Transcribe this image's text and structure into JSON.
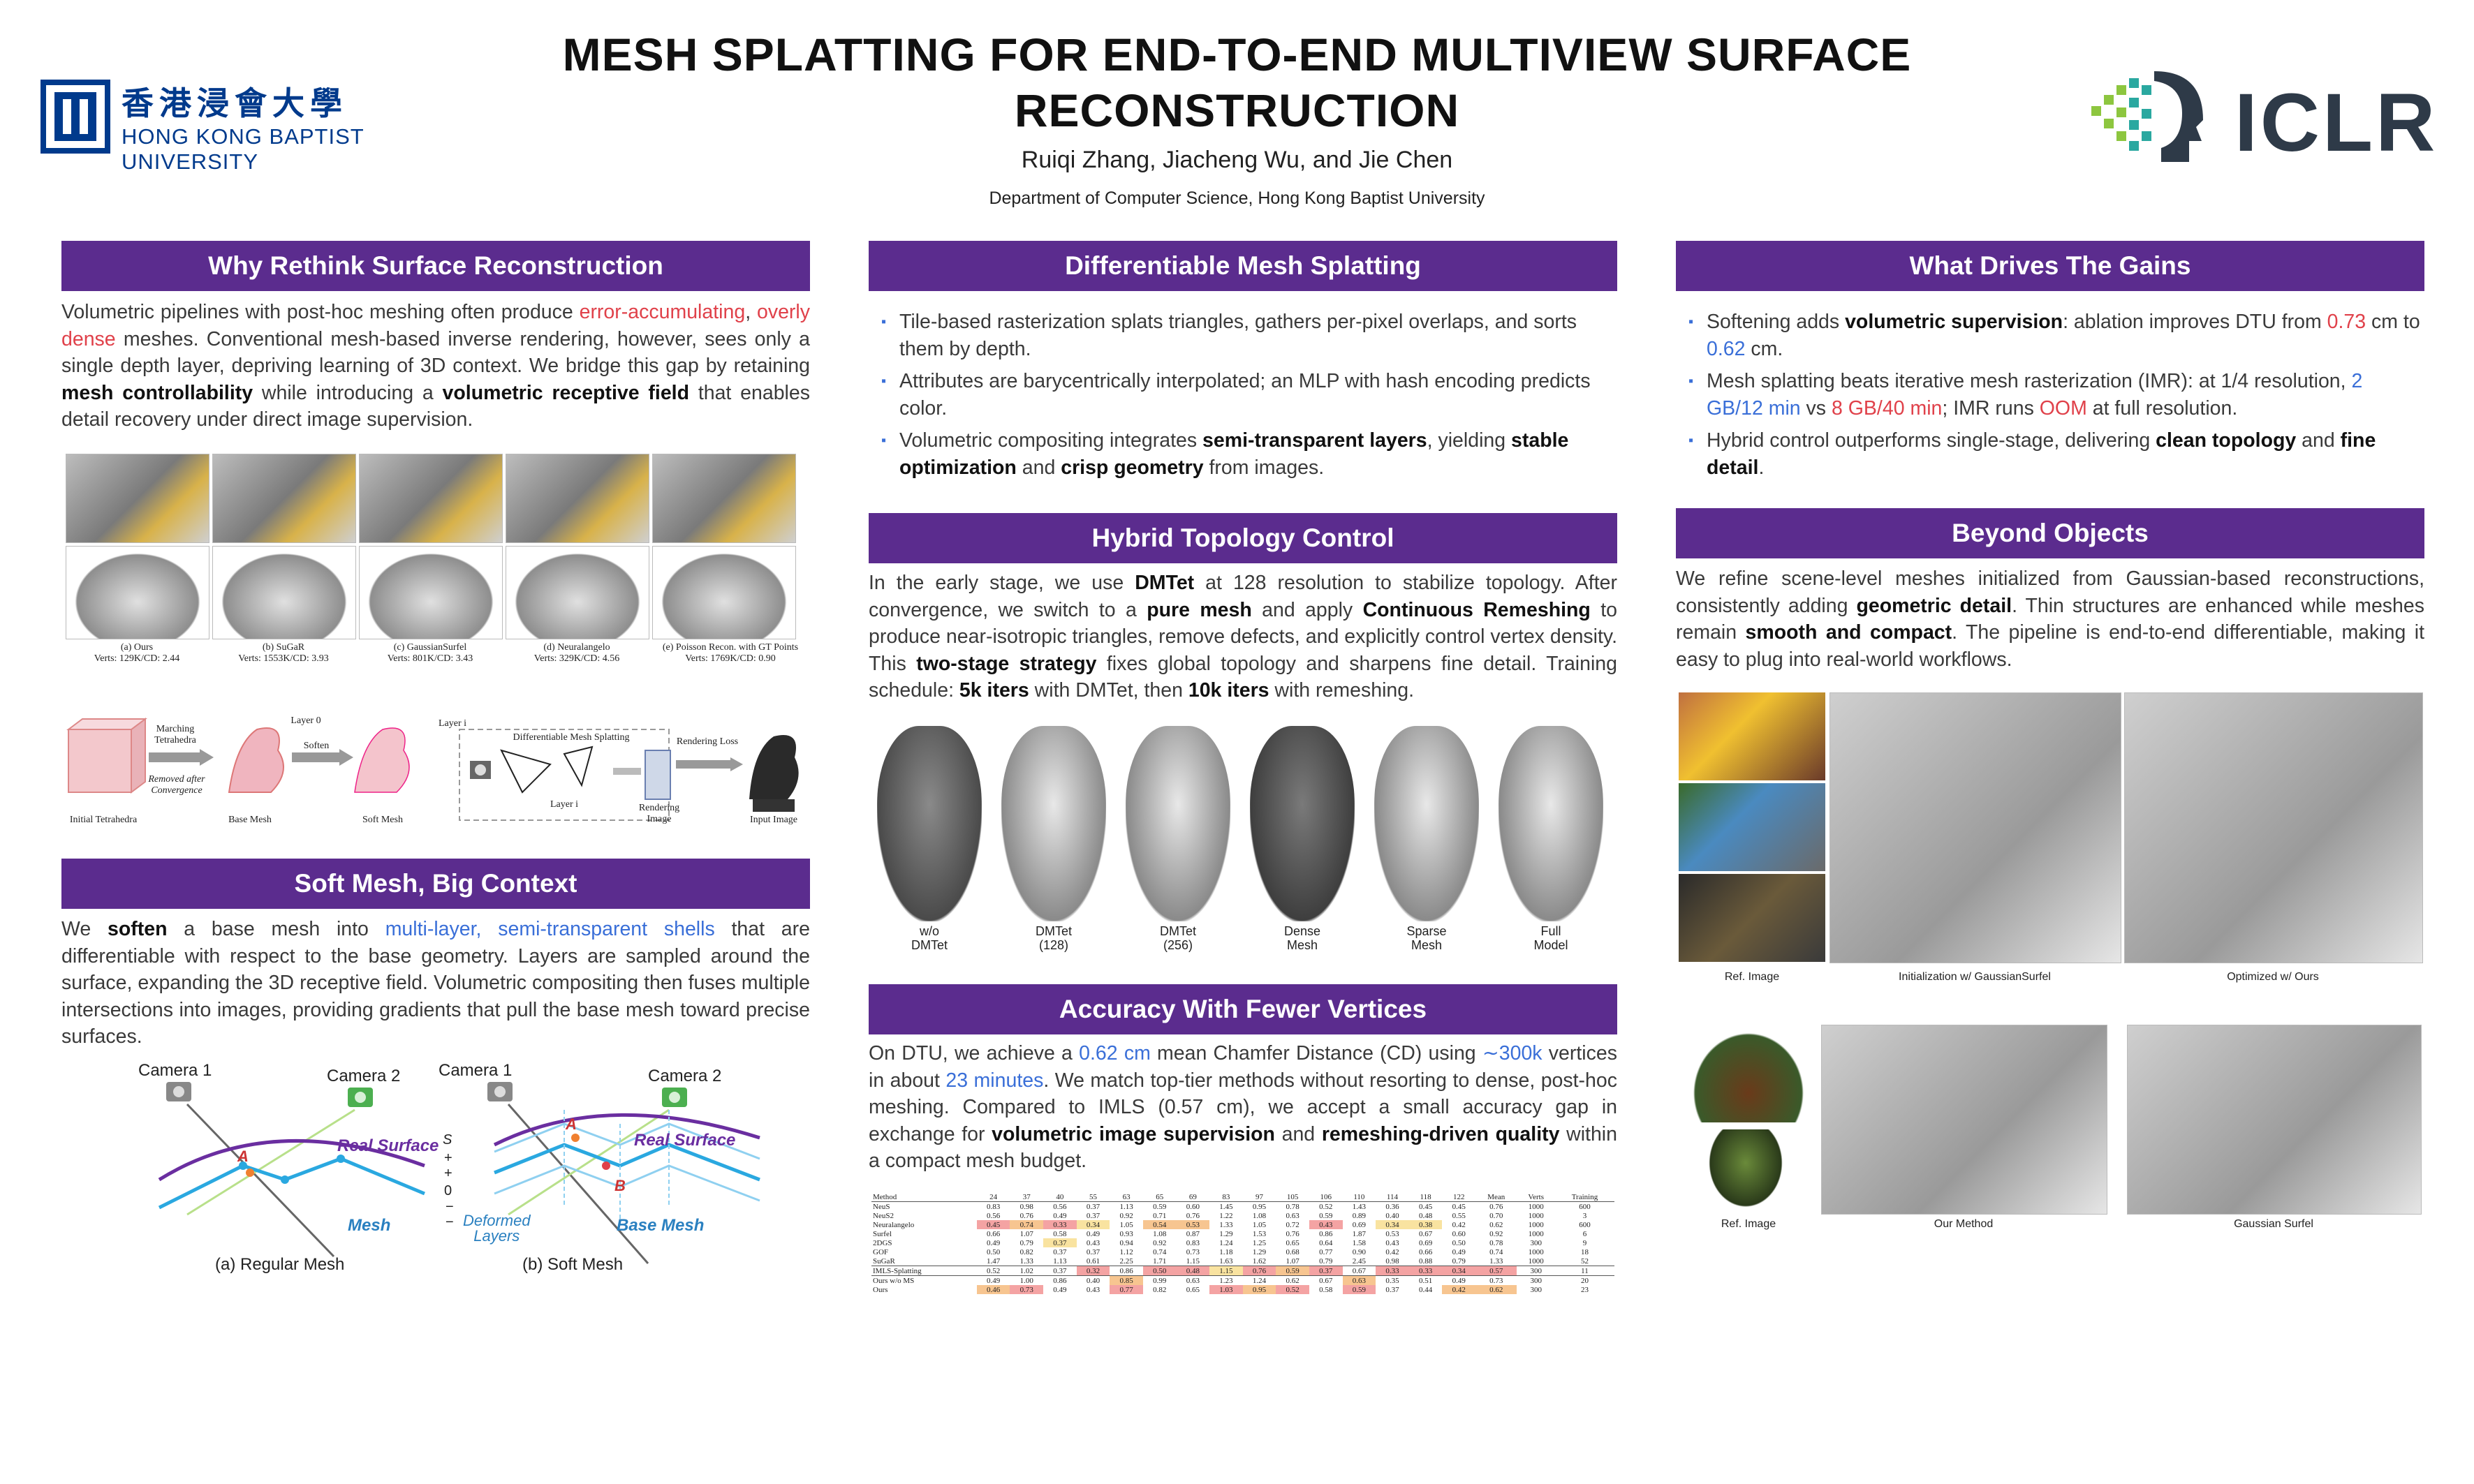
{
  "header": {
    "title_line1": "MESH SPLATTING FOR END-TO-END MULTIVIEW SURFACE",
    "title_line2": "RECONSTRUCTION",
    "authors": "Ruiqi Zhang, Jiacheng Wu, and Jie Chen",
    "affiliation": "Department of Computer Science, Hong Kong Baptist University",
    "left_logo_cn": "香港浸會大學",
    "left_logo_en": "HONG KONG BAPTIST UNIVERSITY",
    "right_logo": "ICLR"
  },
  "colors": {
    "header_bar": "#5b2c8e",
    "accent_red": "#e0414a",
    "accent_blue": "#3a6fd8",
    "logo_blue": "#003a8c"
  },
  "s1": {
    "title": "Why Rethink Surface Reconstruction",
    "p1": "Volumetric pipelines with post-hoc meshing often produce ",
    "r1": "error-accumulating",
    "p2": ", ",
    "r2": "overly dense",
    "p3": " meshes. Conventional mesh-based inverse rendering, however, sees only a single depth layer, depriving learning of 3D context. We bridge this gap by retaining ",
    "b1": "mesh controllability",
    "p4": " while introducing a ",
    "b2": "volumetric receptive field",
    "p5": " that enables detail recovery under direct image supervision.",
    "fig_labels": [
      {
        "name": "(a) Ours",
        "verts": "Verts: 129K/CD: 2.44"
      },
      {
        "name": "(b) SuGaR",
        "verts": "Verts: 1553K/CD: 3.93"
      },
      {
        "name": "(c) GaussianSurfel",
        "verts": "Verts: 801K/CD: 3.43"
      },
      {
        "name": "(d) Neuralangelo",
        "verts": "Verts: 329K/CD: 4.56"
      },
      {
        "name": "(e) Poisson Recon. with GT Points",
        "verts": "Verts: 1769K/CD: 0.90"
      }
    ],
    "pipe": {
      "init": "Initial Tetrahedra",
      "mt": "Marching Tetrahedra",
      "removed": "Removed after Convergence",
      "base": "Base Mesh",
      "soften": "Soften",
      "layer0": "Layer 0",
      "soft": "Soft Mesh",
      "layeri": "Layer i",
      "dms": "Differentiable Mesh Splatting",
      "layer_i2": "Layer i",
      "render_img": "Rendering Image",
      "loss": "Rendering Loss",
      "input": "Input Image"
    }
  },
  "s2": {
    "title": "Soft Mesh, Big Context",
    "p1": "We ",
    "b1": "soften",
    "p2": " a base mesh into ",
    "bl1": "multi-layer, semi-transparent shells",
    "p3": " that are differentiable with respect to the base geometry. Layers are sampled around the surface, expanding the 3D receptive field. Volumetric compositing then fuses multiple intersections into images, providing gradients that pull the base mesh toward precise surfaces.",
    "fig": {
      "cam1": "Camera 1",
      "cam2": "Camera 2",
      "real": "Real Surface",
      "mesh": "Mesh",
      "a": "A",
      "cap_a": "(a) Regular Mesh",
      "cam1b": "Camera 1",
      "cam2b": "Camera 2",
      "realb": "Real Surface",
      "deformed": "Deformed",
      "layers": "Layers",
      "basemesh": "Base Mesh",
      "ab": "A",
      "bb": "B",
      "s": "S",
      "plus": "+",
      "zero": "0",
      "minus": "−",
      "cap_b": "(b) Soft Mesh"
    }
  },
  "s3": {
    "title": "Differentiable Mesh Splatting",
    "bullets": [
      {
        "t1": "Tile-based rasterization splats triangles, gathers per-pixel overlaps, and sorts them by depth.",
        "b": "",
        "t2": "",
        "b2": "",
        "t3": "",
        "b3": "",
        "t4": ""
      },
      {
        "t1": "Attributes are barycentrically interpolated; an MLP with hash encoding predicts color.",
        "b": "",
        "t2": "",
        "b2": "",
        "t3": "",
        "b3": "",
        "t4": ""
      },
      {
        "t1": "Volumetric compositing integrates ",
        "b": "semi-transparent layers",
        "t2": ", yielding ",
        "b2": "stable optimization",
        "t3": " and ",
        "b3": "crisp geometry",
        "t4": " from images."
      }
    ]
  },
  "s4": {
    "title": "Hybrid Topology Control",
    "p1": "In the early stage, we use ",
    "b1": "DMTet",
    "p2": " at 128 resolution to stabilize topology. After convergence, we switch to a ",
    "b2": "pure mesh",
    "p3": " and apply ",
    "b3": "Continuous Remeshing",
    "p4": " to produce near-isotropic triangles, remove defects, and explicitly control vertex density. This ",
    "b4": "two-stage strategy",
    "p5": " fixes global topology and sharpens fine detail. Training schedule: ",
    "b5": "5k iters",
    "p6": " with DMTet, then ",
    "b6": "10k iters",
    "p7": " with remeshing.",
    "statues": [
      {
        "l1": "w/o",
        "l2": "DMTet"
      },
      {
        "l1": "DMTet",
        "l2": "(128)"
      },
      {
        "l1": "DMTet",
        "l2": "(256)"
      },
      {
        "l1": "Dense",
        "l2": "Mesh"
      },
      {
        "l1": "Sparse",
        "l2": "Mesh"
      },
      {
        "l1": "Full",
        "l2": "Model"
      }
    ]
  },
  "s5": {
    "title": "Accuracy With Fewer Vertices",
    "p1": "On DTU, we achieve a ",
    "bl1": "0.62 cm",
    "p2": " mean Chamfer Distance (CD) using ",
    "bl2": "∼300k",
    "p3": " vertices in about ",
    "bl3": "23 minutes",
    "p4": ". We match top-tier methods without resorting to dense, post-hoc meshing. Compared to IMLS (0.57 cm), we accept a small accuracy gap in exchange for ",
    "b1": "volumetric image supervision",
    "p5": " and ",
    "b2": "remeshing-driven quality",
    "p6": " within a compact mesh budget.",
    "table": {
      "header": [
        "Method",
        "24",
        "37",
        "40",
        "55",
        "63",
        "65",
        "69",
        "83",
        "97",
        "105",
        "106",
        "110",
        "114",
        "118",
        "122",
        "Mean",
        "Verts",
        "Training"
      ],
      "rows": [
        [
          "NeuS",
          "0.83",
          "0.98",
          "0.56",
          "0.37",
          "1.13",
          "0.59",
          "0.60",
          "1.45",
          "0.95",
          "0.78",
          "0.52",
          "1.43",
          "0.36",
          "0.45",
          "0.45",
          "0.76",
          "1000",
          "600"
        ],
        [
          "NeuS2",
          "0.56",
          "0.76",
          "0.49",
          "0.37",
          "0.92",
          "0.71",
          "0.76",
          "1.22",
          "1.08",
          "0.63",
          "0.59",
          "0.89",
          "0.40",
          "0.48",
          "0.55",
          "0.70",
          "1000",
          "3"
        ],
        [
          "Neuralangelo",
          "0.45",
          "0.74",
          "0.33",
          "0.34",
          "1.05",
          "0.54",
          "0.53",
          "1.33",
          "1.05",
          "0.72",
          "0.43",
          "0.69",
          "0.34",
          "0.38",
          "0.42",
          "0.62",
          "1000",
          "600"
        ],
        [
          "Surfel",
          "0.66",
          "1.07",
          "0.58",
          "0.49",
          "0.93",
          "1.08",
          "0.87",
          "1.29",
          "1.53",
          "0.76",
          "0.86",
          "1.87",
          "0.53",
          "0.67",
          "0.60",
          "0.92",
          "1000",
          "6"
        ],
        [
          "2DGS",
          "0.49",
          "0.79",
          "0.37",
          "0.43",
          "0.94",
          "0.92",
          "0.83",
          "1.24",
          "1.25",
          "0.65",
          "0.64",
          "1.58",
          "0.43",
          "0.69",
          "0.50",
          "0.78",
          "300",
          "9"
        ],
        [
          "GOF",
          "0.50",
          "0.82",
          "0.37",
          "0.37",
          "1.12",
          "0.74",
          "0.73",
          "1.18",
          "1.29",
          "0.68",
          "0.77",
          "0.90",
          "0.42",
          "0.66",
          "0.49",
          "0.74",
          "1000",
          "18"
        ],
        [
          "SuGaR",
          "1.47",
          "1.33",
          "1.13",
          "0.61",
          "2.25",
          "1.71",
          "1.15",
          "1.63",
          "1.62",
          "1.07",
          "0.79",
          "2.45",
          "0.98",
          "0.88",
          "0.79",
          "1.33",
          "1000",
          "52"
        ],
        [
          "IMLS-Splatting",
          "0.52",
          "1.02",
          "0.37",
          "0.32",
          "0.86",
          "0.50",
          "0.48",
          "1.15",
          "0.76",
          "0.59",
          "0.37",
          "0.67",
          "0.33",
          "0.33",
          "0.34",
          "0.57",
          "300",
          "11"
        ],
        [
          "Ours w/o MS",
          "0.49",
          "1.00",
          "0.86",
          "0.40",
          "0.85",
          "0.99",
          "0.63",
          "1.23",
          "1.24",
          "0.62",
          "0.67",
          "0.63",
          "0.35",
          "0.51",
          "0.49",
          "0.73",
          "300",
          "20"
        ],
        [
          "Ours",
          "0.46",
          "0.73",
          "0.49",
          "0.43",
          "0.77",
          "0.82",
          "0.65",
          "1.03",
          "0.95",
          "0.52",
          "0.58",
          "0.59",
          "0.37",
          "0.44",
          "0.42",
          "0.62",
          "300",
          "23"
        ]
      ],
      "highlights": [
        {
          "r": 2,
          "c": 1,
          "level": 1
        },
        {
          "r": 2,
          "c": 2,
          "level": 2
        },
        {
          "r": 2,
          "c": 3,
          "level": 1
        },
        {
          "r": 2,
          "c": 6,
          "level": 2
        },
        {
          "r": 2,
          "c": 7,
          "level": 2
        },
        {
          "r": 2,
          "c": 11,
          "level": 1
        },
        {
          "r": 2,
          "c": 13,
          "level": 3
        },
        {
          "r": 2,
          "c": 14,
          "level": 3
        },
        {
          "r": 2,
          "c": 4,
          "level": 3
        },
        {
          "r": 4,
          "c": 3,
          "level": 3
        },
        {
          "r": 7,
          "c": 4,
          "level": 1
        },
        {
          "r": 7,
          "c": 6,
          "level": 1
        },
        {
          "r": 7,
          "c": 7,
          "level": 1
        },
        {
          "r": 7,
          "c": 8,
          "level": 3
        },
        {
          "r": 7,
          "c": 9,
          "level": 1
        },
        {
          "r": 7,
          "c": 10,
          "level": 2
        },
        {
          "r": 7,
          "c": 11,
          "level": 1
        },
        {
          "r": 7,
          "c": 13,
          "level": 1
        },
        {
          "r": 7,
          "c": 14,
          "level": 1
        },
        {
          "r": 7,
          "c": 15,
          "level": 1
        },
        {
          "r": 7,
          "c": 16,
          "level": 1
        },
        {
          "r": 8,
          "c": 5,
          "level": 2
        },
        {
          "r": 8,
          "c": 12,
          "level": 2
        },
        {
          "r": 9,
          "c": 1,
          "level": 2
        },
        {
          "r": 9,
          "c": 2,
          "level": 1
        },
        {
          "r": 9,
          "c": 5,
          "level": 1
        },
        {
          "r": 9,
          "c": 8,
          "level": 1
        },
        {
          "r": 9,
          "c": 9,
          "level": 2
        },
        {
          "r": 9,
          "c": 10,
          "level": 1
        },
        {
          "r": 9,
          "c": 12,
          "level": 1
        },
        {
          "r": 9,
          "c": 15,
          "level": 2
        },
        {
          "r": 9,
          "c": 16,
          "level": 2
        }
      ]
    }
  },
  "s6": {
    "title": "What Drives The Gains",
    "b1_t1": "Softening adds ",
    "b1_b": "volumetric supervision",
    "b1_t2": ": ablation improves DTU from ",
    "b1_r": "0.73",
    "b1_t3": " cm to ",
    "b1_bl": "0.62",
    "b1_t4": " cm.",
    "b2_t1": "Mesh splatting beats iterative mesh rasterization (IMR): at 1/4 resolution, ",
    "b2_bl": "2 GB/12 min",
    "b2_t2": " vs ",
    "b2_r": "8 GB/40 min",
    "b2_t3": "; IMR runs ",
    "b2_r2": "OOM",
    "b2_t4": " at full resolution.",
    "b3_t1": "Hybrid control outperforms single-stage, delivering ",
    "b3_b": "clean topology",
    "b3_t2": " and ",
    "b3_b2": "fine detail",
    "b3_t3": "."
  },
  "s7": {
    "title": "Beyond Objects",
    "p1": "We refine scene-level meshes initialized from Gaussian-based reconstructions, consistently adding ",
    "b1": "geometric detail",
    "p2": ". Thin structures are enhanced while meshes remain ",
    "b2": "smooth and compact",
    "p3": ". The pipeline is end-to-end differentiable, making it easy to plug into real-world workflows.",
    "fig1_caps": [
      "Ref. Image",
      "Initialization w/ GaussianSurfel",
      "Optimized w/ Ours"
    ],
    "fig2_caps": [
      "Ref. Image",
      "Our Method",
      "Gaussian Surfel"
    ]
  }
}
